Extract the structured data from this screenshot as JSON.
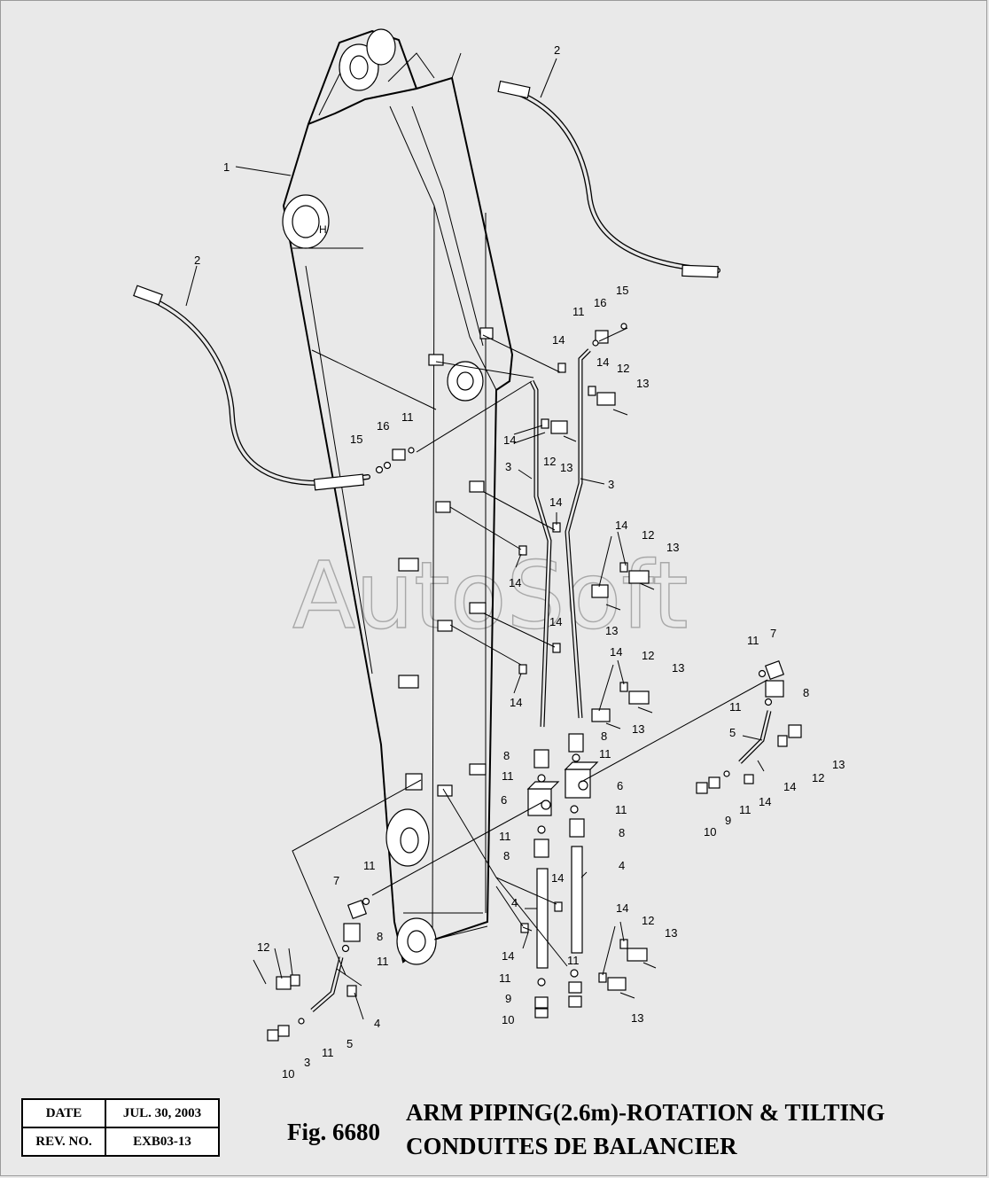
{
  "watermark": "AutoSoft",
  "info": {
    "date_label": "DATE",
    "date_value": "JUL. 30, 2003",
    "rev_label": "REV. NO.",
    "rev_value": "EXB03-13"
  },
  "figure": {
    "number": "Fig. 6680",
    "title_en": "ARM PIPING(2.6m)-ROTATION & TILTING",
    "title_fr": "CONDUITES DE BALANCIER"
  },
  "callouts": [
    "1",
    "2",
    "2",
    "3",
    "3",
    "3",
    "4",
    "4",
    "4",
    "5",
    "5",
    "6",
    "6",
    "7",
    "7",
    "8",
    "8",
    "8",
    "8",
    "8",
    "8",
    "9",
    "9",
    "10",
    "10",
    "10",
    "11",
    "11",
    "11",
    "11",
    "11",
    "11",
    "11",
    "11",
    "11",
    "11",
    "11",
    "11",
    "11",
    "11",
    "12",
    "12",
    "12",
    "12",
    "12",
    "12",
    "12",
    "13",
    "13",
    "13",
    "13",
    "13",
    "13",
    "13",
    "13",
    "13",
    "14",
    "14",
    "14",
    "14",
    "14",
    "14",
    "14",
    "14",
    "14",
    "14",
    "14",
    "14",
    "14",
    "14",
    "15",
    "15",
    "16",
    "16"
  ]
}
